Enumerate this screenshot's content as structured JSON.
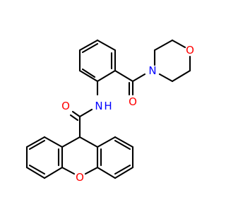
{
  "molecule": {
    "atom_labels": {
      "ring_oxygen": "O",
      "amide_nitrogen": "N",
      "amide_hydrogen": "H",
      "amide_oxygen": "O",
      "morpholine_nitrogen": "N",
      "morpholine_oxygen": "O",
      "xanthene_oxygen": "O"
    },
    "colors": {
      "bond": "#000000",
      "oxygen": "#ff0000",
      "nitrogen": "#0000ff",
      "background": "#ffffff"
    }
  }
}
